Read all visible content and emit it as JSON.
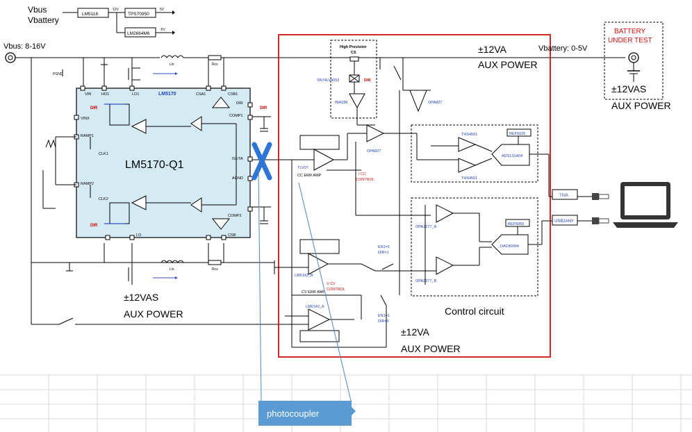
{
  "top_left": {
    "vbus": "Vbus",
    "vbattery": "Vbattery",
    "lm5118": "LM5118",
    "tps": "TPS70950",
    "lm2664": "LM2664M6",
    "v12": "12V",
    "p5v": "5V",
    "m5v": "-5V"
  },
  "vbus_range": "Vbus: 8-16V",
  "vbattery_range": "Vbattery: 0-5V",
  "battery": {
    "line1": "BATTERY",
    "line2": "UNDER TEST"
  },
  "aux": {
    "va_top_1": "±12VA",
    "va_top_2": "AUX POWER",
    "vas_right_1": "±12VAS",
    "vas_right_2": "AUX POWER",
    "vas_left_1": "±12VAS",
    "vas_left_2": "AUX POWER",
    "va_bottom_1": "±12VA",
    "va_bottom_2": "AUX POWER"
  },
  "lm5170": {
    "title": "LM5170",
    "label": "LM5170-Q1",
    "pins": {
      "vin": "VIN",
      "ho1": "HO1",
      "lo1": "LO1",
      "csa1": "CSA1",
      "csb1": "CSB1",
      "vinx": "VINX",
      "ramp1": "RAMP1",
      "clk1": "CLK1",
      "ramp2": "RAMP2",
      "clk2": "CLK2",
      "dir": "DIR",
      "comp1": "COMP1",
      "iset": "ISETA",
      "agnd": "AGND",
      "comp2": "COMP2",
      "lo": "LO",
      "csb": "CSB",
      "pgnd": "PGND"
    }
  },
  "dir": "DIR",
  "control": {
    "title": "Control circuit",
    "high_precision": "High Precision",
    "cs": "CS",
    "sn74": "SN74LV4053",
    "ina": "INA188",
    "opa827_a": "OPA827",
    "opa827_b": "OPA827",
    "ths_a": "THS4561",
    "ths_b": "THS4561",
    "ref5025": "REF5025",
    "ads": "ADS131A04",
    "tlv07": "TLV07",
    "cc_err": "CC ERR AMP",
    "iset_cc": "I    CC",
    "control_cc": "CONTROL",
    "opa2277_a": "OPA2277_A",
    "opa2277_b": "OPA2277_B",
    "ref5050": "REF5050",
    "dac": "DAC80004",
    "en1_a": "EN1=1",
    "dir1": "DIR=1",
    "lm6142_b": "LM6142_B",
    "cv_err": "CV ERR AMP",
    "vset_cv": "V    CV",
    "control_cv": "CONTROL",
    "lm6142_a": "LM6142_A",
    "en1_b": "EN1=1",
    "dir0": "DIR=0"
  },
  "tiva": "TIVA",
  "usb2any": "USB2ANY",
  "lin": "Lin",
  "rcs": "Rcs",
  "photocoupler": "photocoupler"
}
